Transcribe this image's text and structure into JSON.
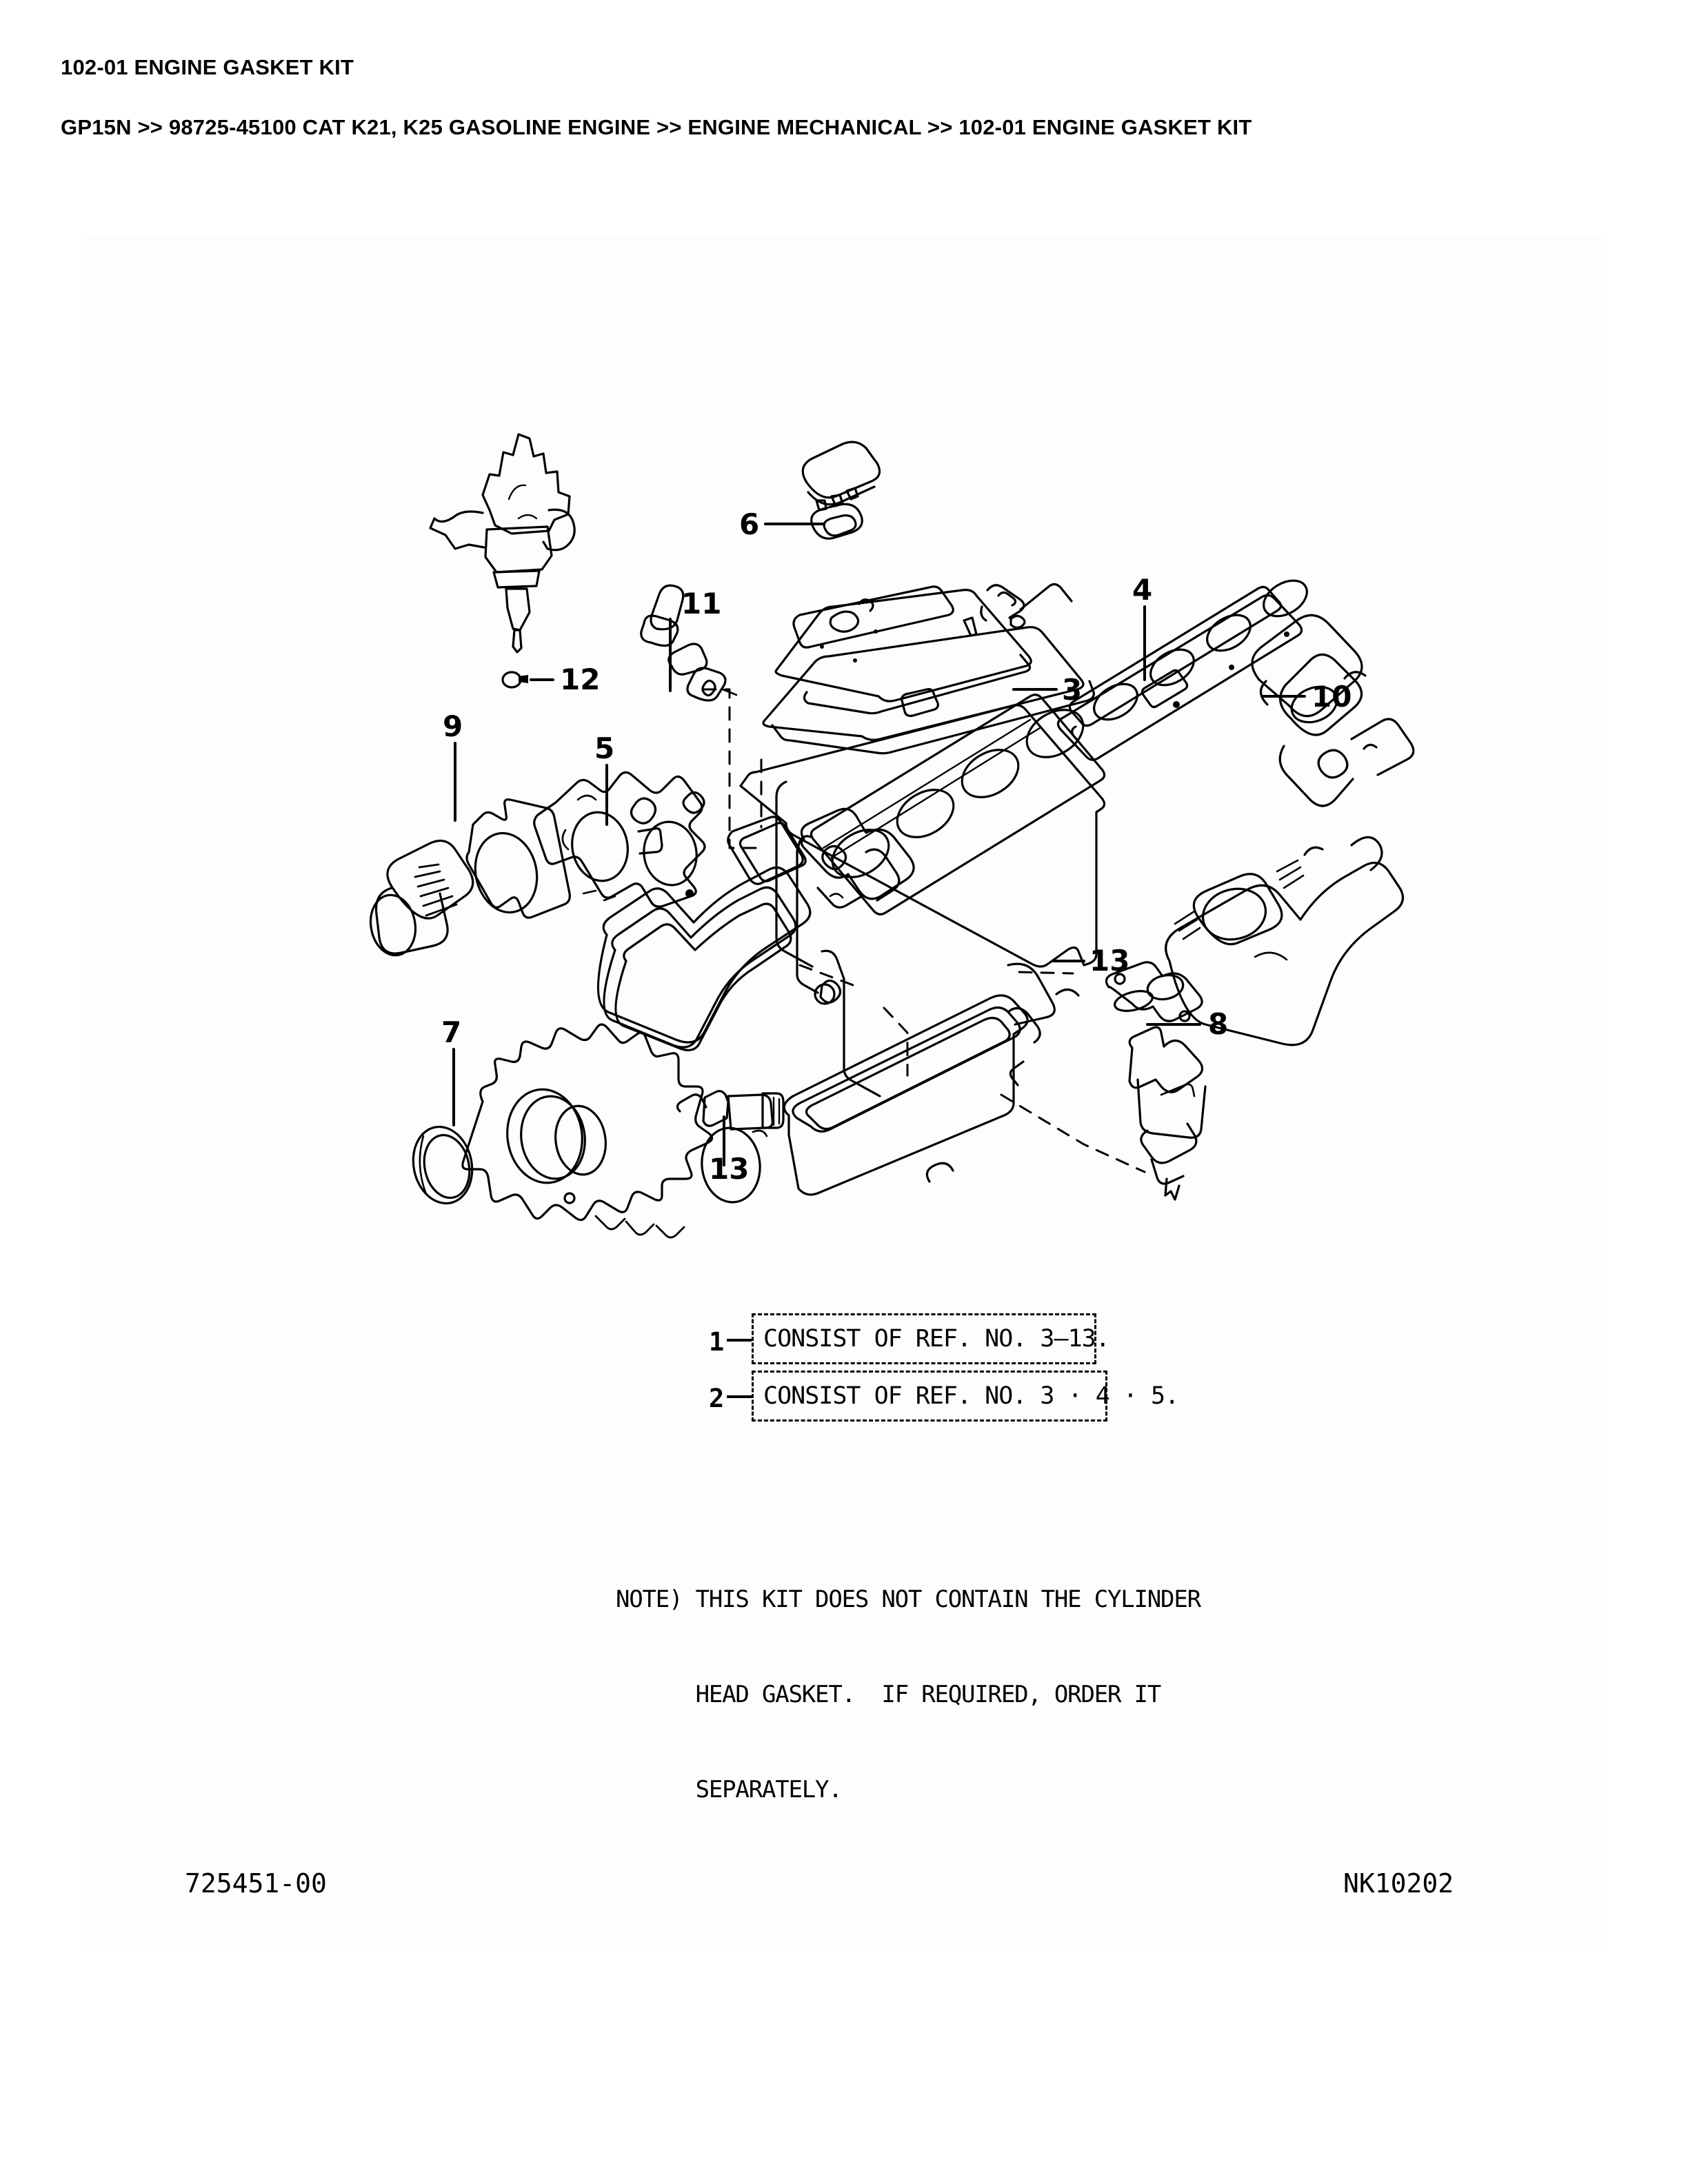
{
  "header": {
    "title": "102-01 ENGINE GASKET KIT",
    "breadcrumb": "GP15N >> 98725-45100 CAT K21, K25 GASOLINE ENGINE >> ENGINE MECHANICAL >> 102-01 ENGINE GASKET KIT"
  },
  "diagram": {
    "callouts": [
      {
        "id": "12",
        "label": "12",
        "part": "distributor-o-ring"
      },
      {
        "id": "6",
        "label": "6",
        "part": "oil-filler-cap-gasket"
      },
      {
        "id": "3",
        "label": "3",
        "part": "rocker-cover-gasket"
      },
      {
        "id": "11",
        "label": "11",
        "part": "grommet-seal"
      },
      {
        "id": "4",
        "label": "4",
        "part": "manifold-gasket"
      },
      {
        "id": "10",
        "label": "10",
        "part": "exhaust-manifold-gasket"
      },
      {
        "id": "9",
        "label": "9",
        "part": "carburetor-insulator-gasket"
      },
      {
        "id": "5",
        "label": "5",
        "part": "throttle-body-gasket"
      },
      {
        "id": "7",
        "label": "7",
        "part": "front-oil-seal"
      },
      {
        "id": "13",
        "label": "13",
        "part": "plug"
      },
      {
        "id": "13b",
        "label": "13",
        "part": "plug"
      },
      {
        "id": "8",
        "label": "8",
        "part": "water-pump-gasket"
      }
    ]
  },
  "reference_boxes": [
    {
      "num": "1",
      "text": "CONSIST OF REF. NO. 3—13."
    },
    {
      "num": "2",
      "text": "CONSIST OF REF. NO. 3 · 4 · 5."
    }
  ],
  "note": {
    "line1": "NOTE) THIS KIT DOES NOT CONTAIN THE CYLINDER",
    "line2": "      HEAD GASKET.  IF REQUIRED, ORDER IT",
    "line3": "      SEPARATELY."
  },
  "footer": {
    "left_code": "725451-00",
    "right_code": "NK10202"
  }
}
